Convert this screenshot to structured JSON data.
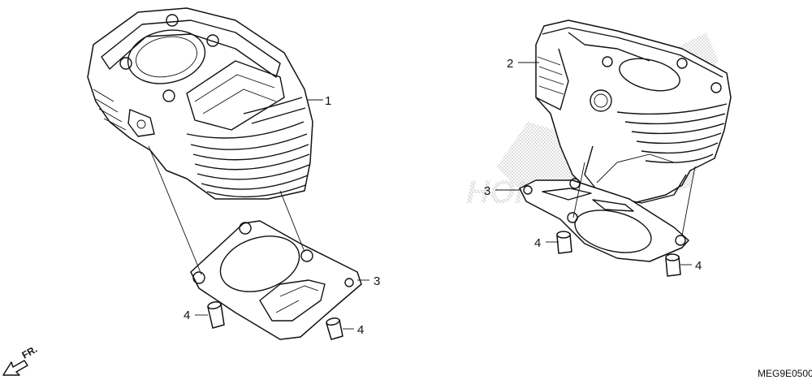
{
  "diagram": {
    "drawing_code": "MEG9E0500",
    "direction_label": "FR.",
    "watermark_text": "HONDA",
    "left_view": {
      "callouts": [
        {
          "id": "1",
          "label": "1"
        },
        {
          "id": "3",
          "label": "3"
        },
        {
          "id": "4a",
          "label": "4"
        },
        {
          "id": "4b",
          "label": "4"
        }
      ]
    },
    "right_view": {
      "callouts": [
        {
          "id": "2",
          "label": "2"
        },
        {
          "id": "3",
          "label": "3"
        },
        {
          "id": "4a",
          "label": "4"
        },
        {
          "id": "4b",
          "label": "4"
        }
      ]
    }
  }
}
